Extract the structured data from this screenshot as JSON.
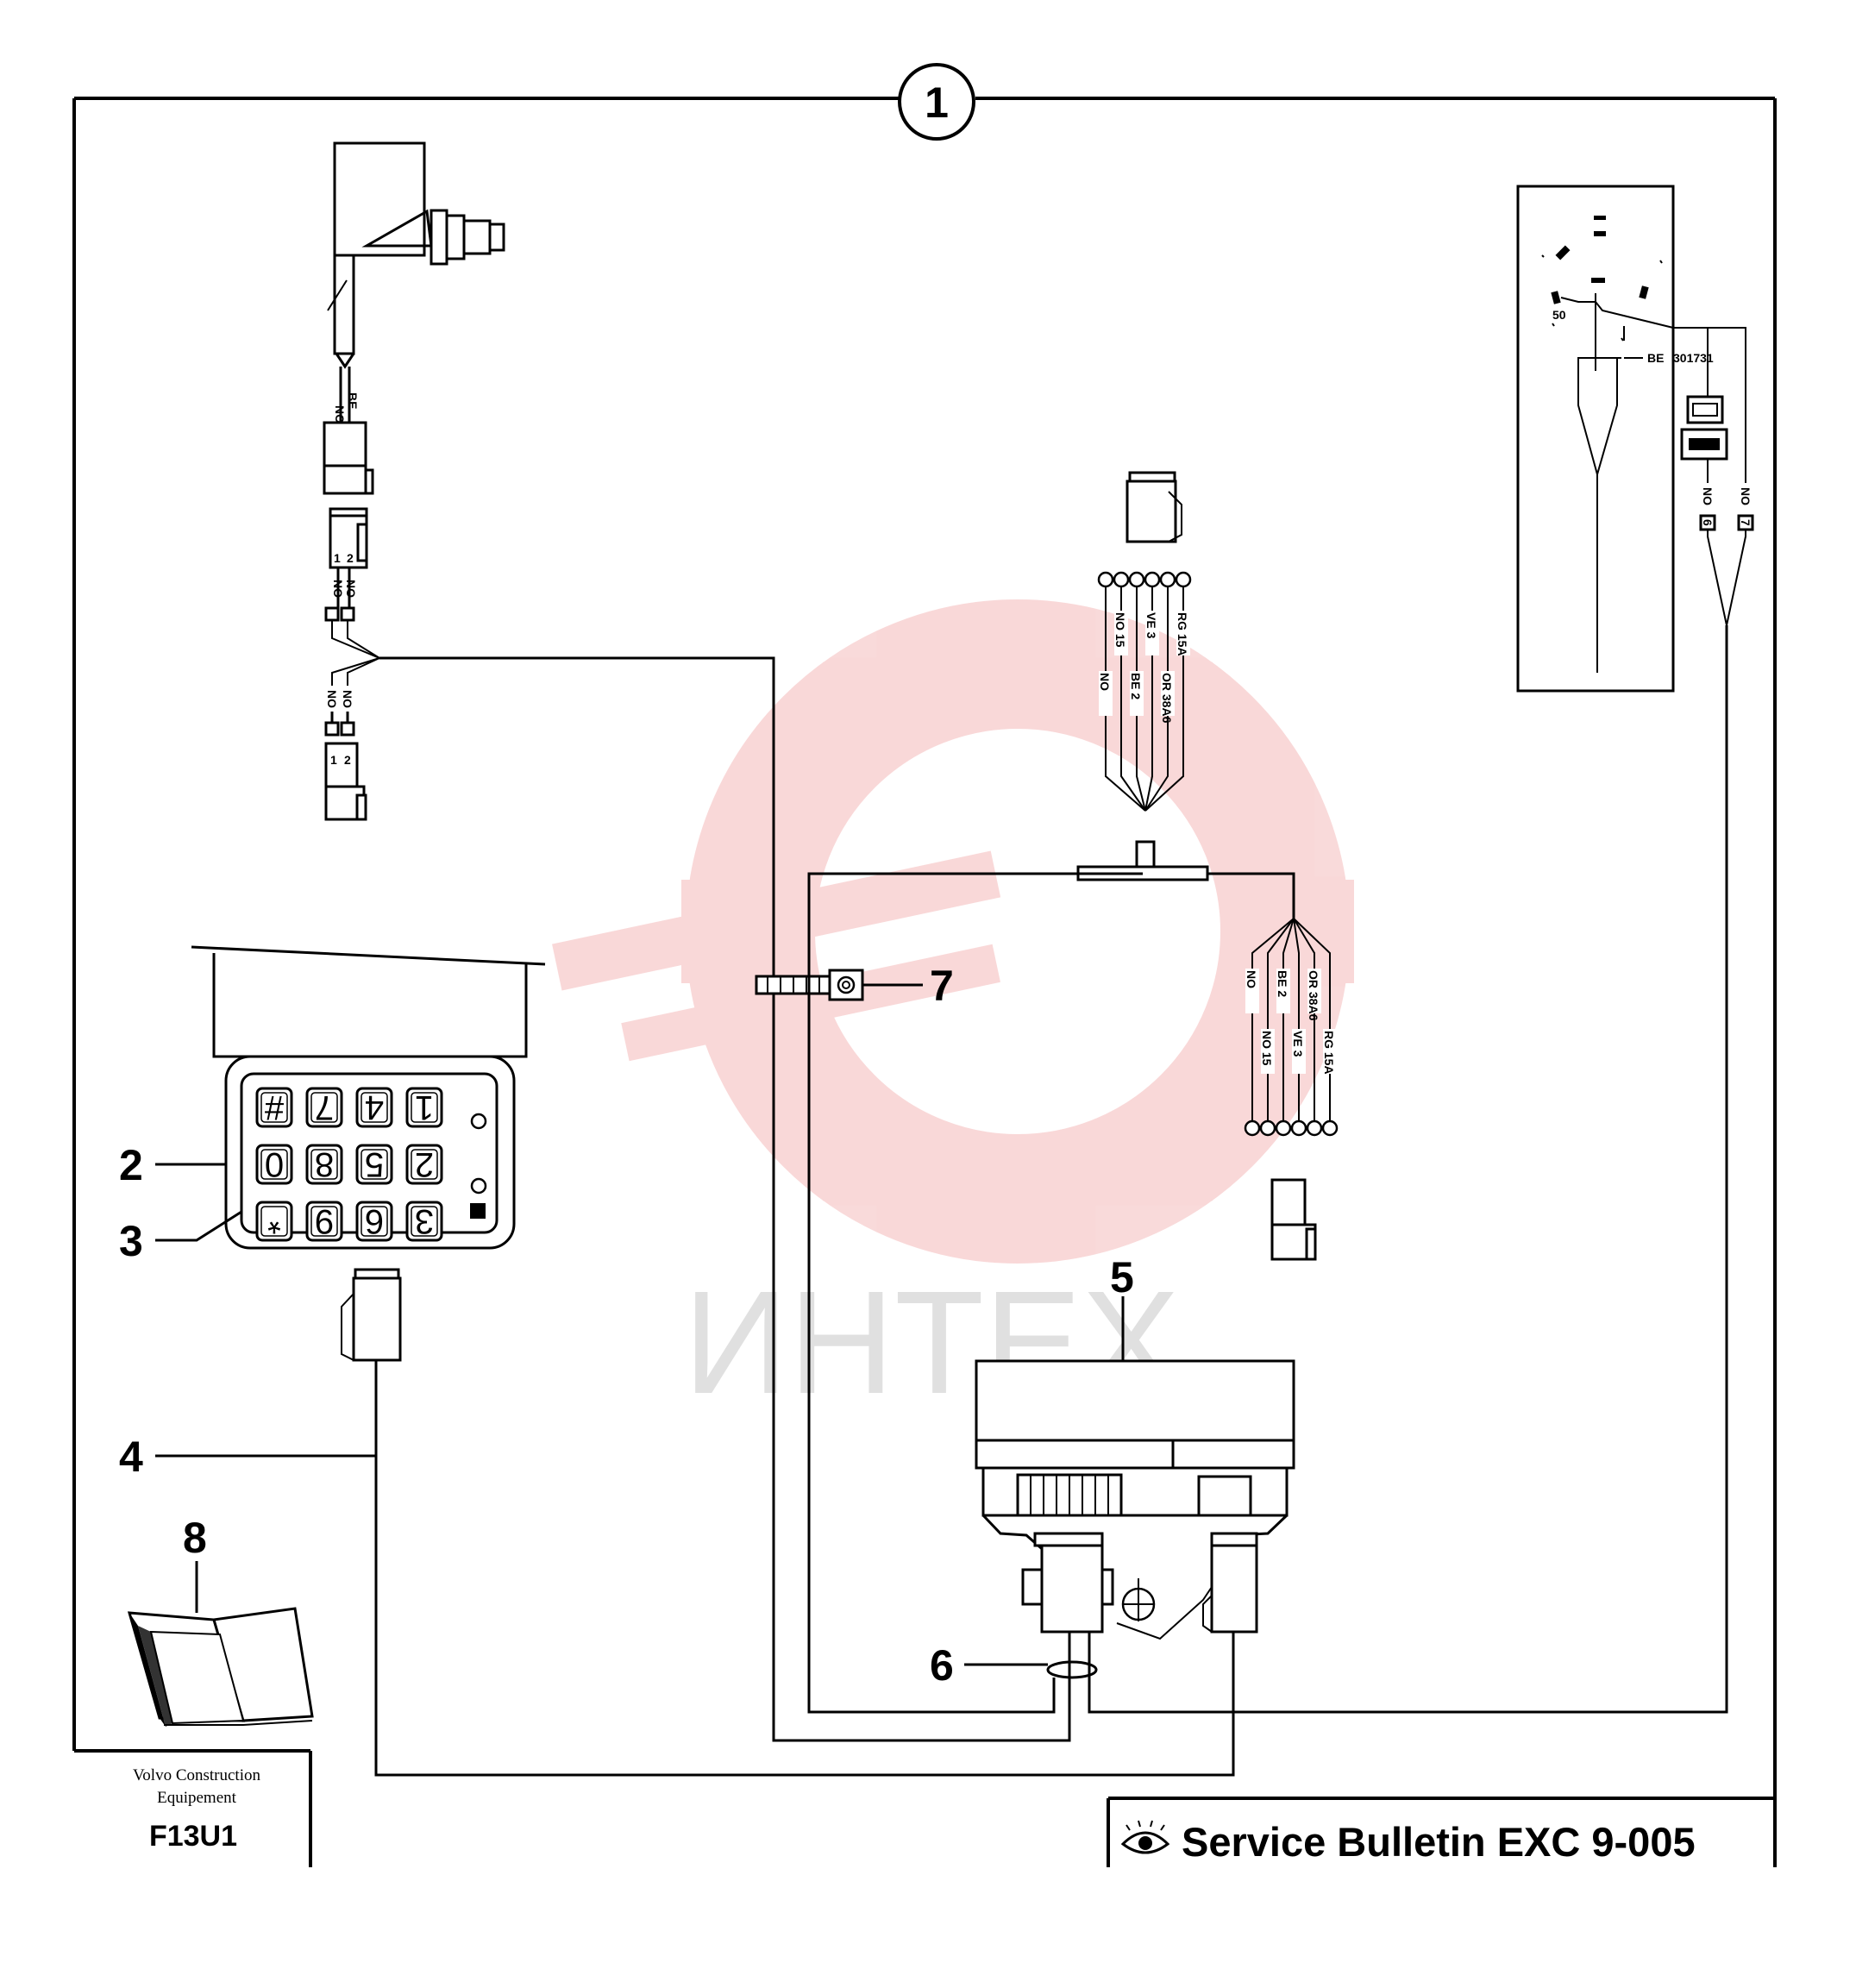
{
  "diagram": {
    "main_callout": "1",
    "callouts": [
      "2",
      "3",
      "4",
      "5",
      "6",
      "7",
      "8"
    ],
    "watermark": "ИНТЕХ"
  },
  "keypad": {
    "keys": [
      "#",
      "7",
      "4",
      "1",
      "0",
      "8",
      "5",
      "2",
      "*",
      "9",
      "6",
      "3"
    ]
  },
  "wire_labels": {
    "sensor": [
      "NO",
      "BE"
    ],
    "conn_top": [
      "1",
      "2"
    ],
    "conn_top_wires": [
      "NO",
      "NO"
    ],
    "conn_bottom_wires": [
      "NO",
      "NO"
    ],
    "conn_bottom": [
      "1",
      "2"
    ],
    "upper_branch": [
      "NO",
      "NO 15",
      "BE 2",
      "VE 3",
      "OR 38A6",
      "RG 15A"
    ],
    "lower_branch": [
      "NO",
      "NO 15",
      "BE 2",
      "VE 3",
      "OR 38A6",
      "RG 15A"
    ],
    "gauge_value": "50",
    "gauge_wires": [
      "BE",
      "301731",
      "NO",
      "NO"
    ],
    "gauge_pins": [
      "6",
      "7"
    ]
  },
  "footer": {
    "company_line1": "Volvo Construction",
    "company_line2": "Equipement",
    "code": "F13U1",
    "bulletin": "Service Bulletin EXC 9-005"
  }
}
